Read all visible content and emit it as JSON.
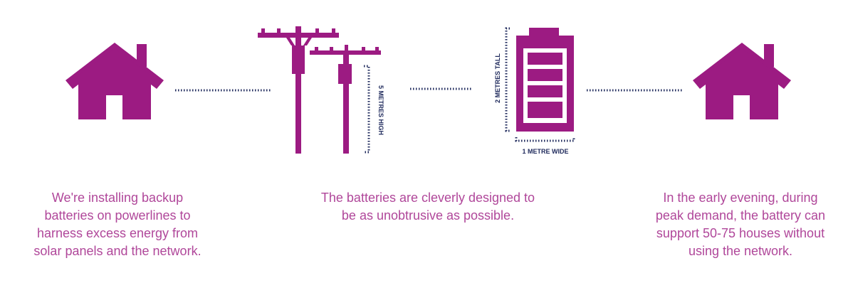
{
  "colors": {
    "accent": "#9c1b82",
    "caption_text": "#b0479a",
    "dimension": "#1f2a5c",
    "background": "#ffffff"
  },
  "icons": [
    "house-icon",
    "powerline-poles-icon",
    "battery-icon",
    "house-icon"
  ],
  "dimensions": {
    "pole_height": "5 METRES HIGH",
    "battery_height": "2 METRES TALL",
    "battery_width": "1 METRE WIDE"
  },
  "captions": {
    "left": [
      "We're installing backup",
      "batteries on powerlines to",
      "harness excess energy from",
      "solar panels and the network."
    ],
    "middle": [
      "The batteries are cleverly designed to",
      "be as unobtrusive as possible."
    ],
    "right": [
      "In the early evening, during",
      "peak demand, the battery can",
      "support 50-75 houses without",
      "using the network."
    ]
  }
}
